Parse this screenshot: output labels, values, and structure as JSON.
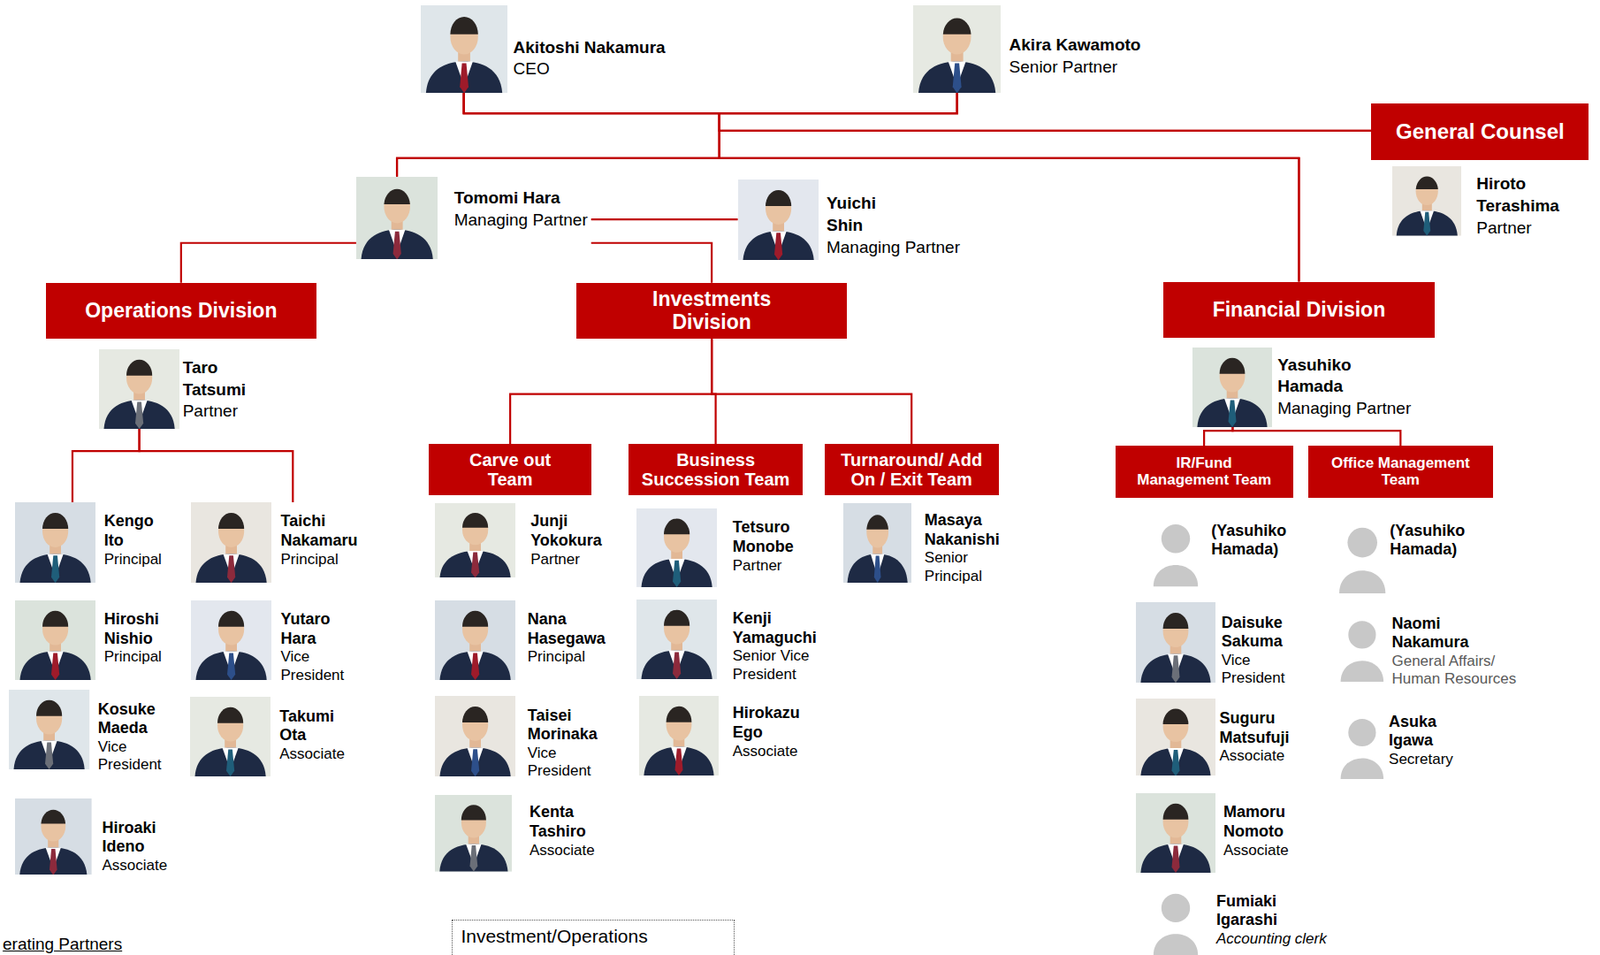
{
  "diagram": {
    "nodes": [
      {
        "text": [
          "Akitoshi Nakamura",
          "CEO"
        ]
      },
      {
        "text": [
          "Akira Kawamoto",
          "Senior Partner"
        ]
      },
      {
        "text": [
          "General Counsel"
        ]
      },
      {
        "text": [
          "Hiroto Terashima",
          "Partner"
        ]
      },
      {
        "text": [
          "Tomomi Hara",
          "Managing Partner"
        ]
      },
      {
        "text": [
          "Yuichi Shin",
          "Managing Partner"
        ]
      },
      {
        "text": [
          "Operations Division"
        ]
      },
      {
        "text": [
          "Taro Tatsumi",
          "Partner"
        ]
      },
      {
        "text": [
          "Kengo Ito",
          "Principal"
        ]
      },
      {
        "text": [
          "Taichi Nakamaru",
          "Principal"
        ]
      },
      {
        "text": [
          "Hiroshi Nishio",
          "Principal"
        ]
      },
      {
        "text": [
          "Yutaro Hara",
          "Vice President"
        ]
      },
      {
        "text": [
          "Kosuke Maeda",
          "Vice President"
        ]
      },
      {
        "text": [
          "Takumi Ota",
          "Associate"
        ]
      },
      {
        "text": [
          "Hiroaki Ideno",
          "Associate"
        ]
      },
      {
        "text": [
          "Investments Division"
        ]
      },
      {
        "text": [
          "Carve out Team"
        ]
      },
      {
        "text": [
          "Business Succession Team"
        ]
      },
      {
        "text": [
          "Turnaround/ Add On / Exit Team"
        ]
      },
      {
        "text": [
          "Junji Yokokura",
          "Partner"
        ]
      },
      {
        "text": [
          "Nana Hasegawa",
          "Principal"
        ]
      },
      {
        "text": [
          "Taisei Morinaka",
          "Vice President"
        ]
      },
      {
        "text": [
          "Kenta Tashiro",
          "Associate"
        ]
      },
      {
        "text": [
          "Tetsuro Monobe",
          "Partner"
        ]
      },
      {
        "text": [
          "Kenji Yamaguchi",
          "Senior Vice President"
        ]
      },
      {
        "text": [
          "Hirokazu Ego",
          "Associate"
        ]
      },
      {
        "text": [
          "Masaya Nakanishi",
          "Senior Principal"
        ]
      },
      {
        "text": [
          "Financial Division"
        ]
      },
      {
        "text": [
          "Yasuhiko Hamada",
          "Managing Partner"
        ]
      },
      {
        "text": [
          "IR/Fund Management Team"
        ]
      },
      {
        "text": [
          "Office Management Team"
        ]
      },
      {
        "text": [
          "(Yasuhiko Hamada)"
        ]
      },
      {
        "text": [
          "Daisuke Sakuma",
          "Vice President"
        ]
      },
      {
        "text": [
          "Suguru Matsufuji",
          "Associate"
        ]
      },
      {
        "text": [
          "Mamoru Nomoto",
          "Associate"
        ]
      },
      {
        "text": [
          "Fumiaki Igarashi",
          "Accounting clerk"
        ]
      },
      {
        "text": [
          "(Yasuhiko Hamada)"
        ]
      },
      {
        "text": [
          "Naomi Nakamura",
          "General Affairs/ Human Resources"
        ]
      },
      {
        "text": [
          "Asuka Igawa",
          "Secretary"
        ]
      },
      {
        "text": [
          "Investment/Operations"
        ]
      }
    ],
    "edges": [
      {
        "from": 0,
        "to": 4,
        "arrow": "none"
      },
      {
        "from": 1,
        "to": 4,
        "arrow": "none"
      },
      {
        "from": 0,
        "to": 27,
        "arrow": "none"
      },
      {
        "from": 1,
        "to": 27,
        "arrow": "none"
      },
      {
        "from": 0,
        "to": 2,
        "arrow": "none"
      },
      {
        "from": 1,
        "to": 2,
        "arrow": "none"
      },
      {
        "from": 4,
        "to": 5,
        "arrow": "none"
      },
      {
        "from": 4,
        "to": 6,
        "arrow": "none"
      },
      {
        "from": 4,
        "to": 15,
        "arrow": "none"
      },
      {
        "from": 7,
        "to": 8,
        "arrow": "none"
      },
      {
        "from": 7,
        "to": 9,
        "arrow": "none"
      },
      {
        "from": 15,
        "to": 16,
        "arrow": "none"
      },
      {
        "from": 15,
        "to": 17,
        "arrow": "none"
      },
      {
        "from": 15,
        "to": 18,
        "arrow": "none"
      },
      {
        "from": 28,
        "to": 29,
        "arrow": "none"
      },
      {
        "from": 28,
        "to": 30,
        "arrow": "none"
      }
    ],
    "labels": [
      "erating Partners"
    ]
  }
}
